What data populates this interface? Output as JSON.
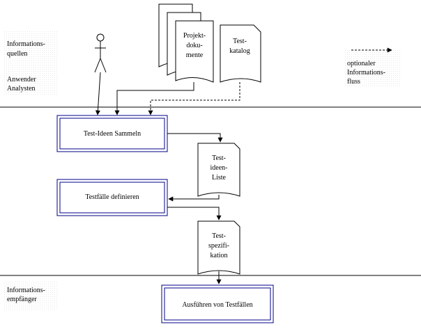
{
  "side_labels": {
    "sources": [
      "Informations-",
      "quellen"
    ],
    "users": [
      "Anwender",
      "Analysten"
    ],
    "receivers": [
      "Informations-",
      "empfänger"
    ]
  },
  "legend": {
    "optional_flow": [
      "optionaler",
      "Informations-",
      "fluss"
    ]
  },
  "documents": {
    "project_docs": [
      "Projekt-",
      "doku-",
      "mente"
    ],
    "test_catalog": [
      "Test-",
      "katalog"
    ],
    "ideas_list": [
      "Test-",
      "ideen-",
      "Liste"
    ],
    "test_spec": [
      "Test-",
      "spezifi-",
      "kation"
    ]
  },
  "processes": {
    "collect": "Test-Ideen Sammeln",
    "define": "Testfälle definieren",
    "execute": "Ausführen von Testfällen"
  }
}
